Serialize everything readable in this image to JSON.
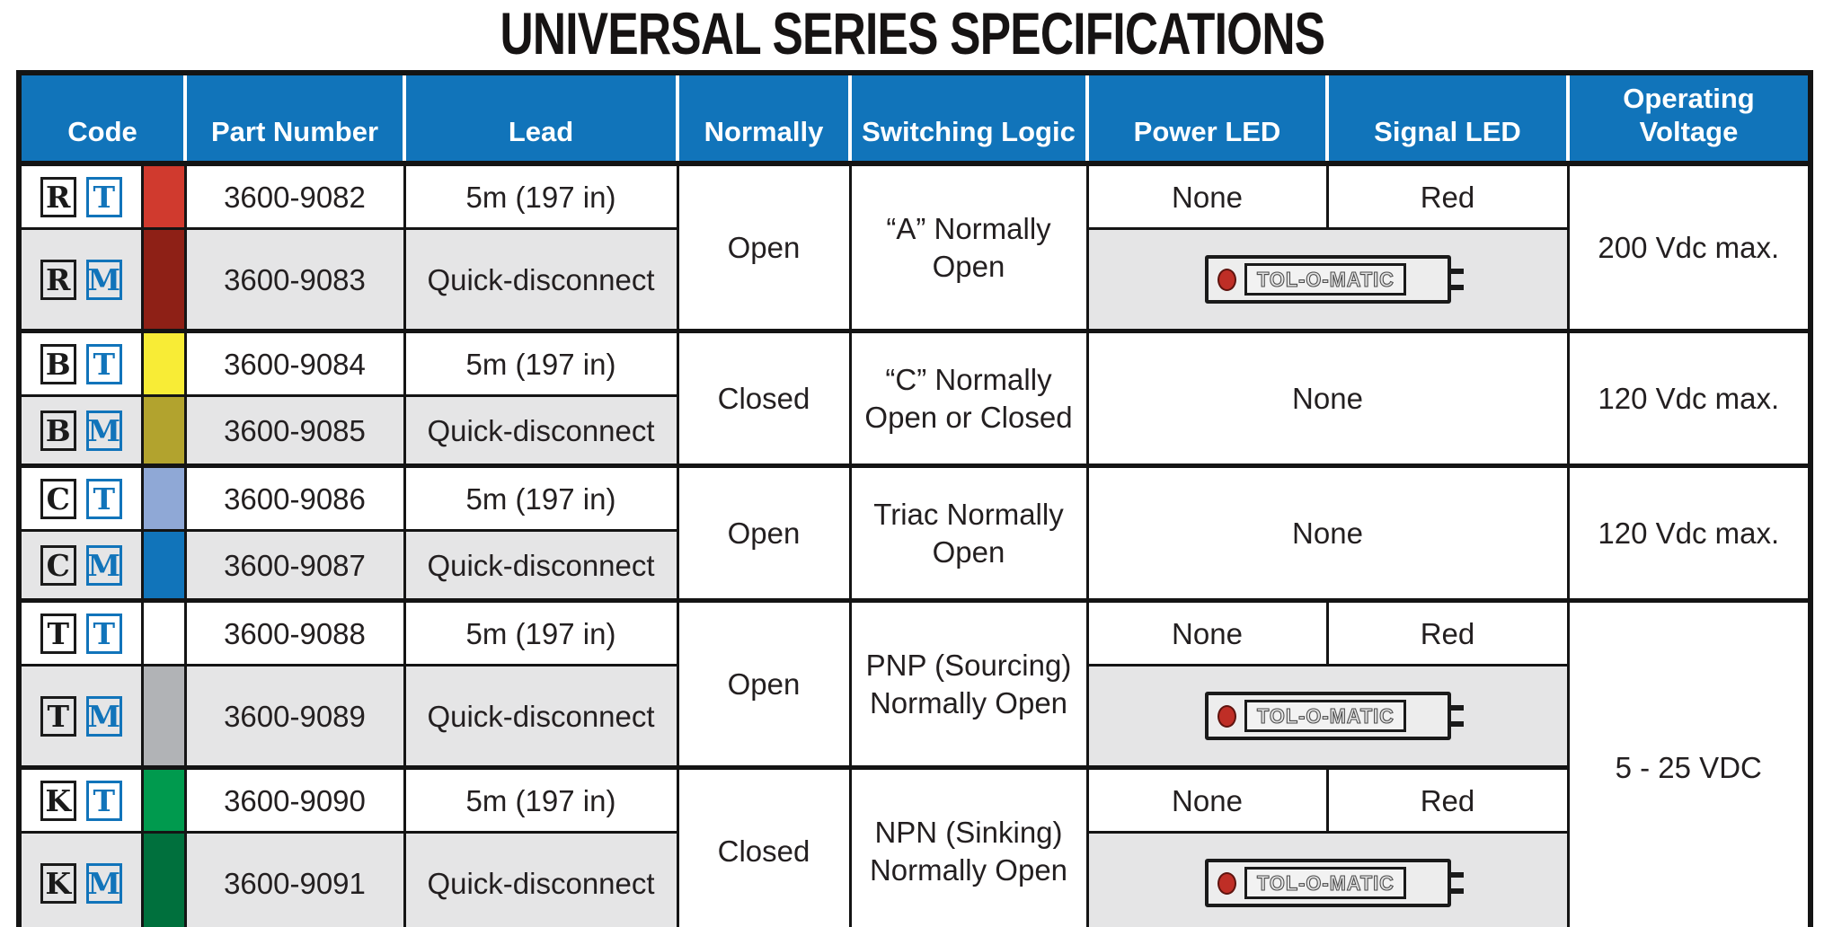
{
  "title": "UNIVERSAL SERIES SPECIFICATIONS",
  "columns": [
    "Code",
    "Part Number",
    "Lead",
    "Normally",
    "Switching Logic",
    "Power LED",
    "Signal LED",
    "Operating Voltage"
  ],
  "colors": {
    "header_blue": "#1174ba",
    "row_alt_gray": "#e5e5e6",
    "border_black": "#141414",
    "code_letter_black": "#1a1a1a",
    "code_letter_blue": "#1174ba",
    "sensor_led_red": "#bf2e26"
  },
  "sensor": {
    "brand": "TOL-O-MATIC"
  },
  "groups": [
    {
      "normally": "Open",
      "logic": "“A” Normally Open",
      "power_led": "None",
      "signal_led": "Red",
      "voltage": "200 Vdc max.",
      "rows": [
        {
          "code_primary": "R",
          "code_secondary": "T",
          "swatch": "#d03a2e",
          "part": "3600-9082",
          "lead": "5m (197 in)"
        },
        {
          "code_primary": "R",
          "code_secondary": "M",
          "swatch": "#8e2016",
          "part": "3600-9083",
          "lead": "Quick-disconnect"
        }
      ]
    },
    {
      "normally": "Closed",
      "logic": "“C” Normally Open or Closed",
      "leds_combined": "None",
      "voltage": "120 Vdc max.",
      "rows": [
        {
          "code_primary": "B",
          "code_secondary": "T",
          "swatch": "#f8ec36",
          "part": "3600-9084",
          "lead": "5m (197 in)"
        },
        {
          "code_primary": "B",
          "code_secondary": "M",
          "swatch": "#b2a32e",
          "part": "3600-9085",
          "lead": "Quick-disconnect"
        }
      ]
    },
    {
      "normally": "Open",
      "logic": "Triac Normally Open",
      "leds_combined": "None",
      "voltage": "120 Vdc max.",
      "rows": [
        {
          "code_primary": "C",
          "code_secondary": "T",
          "swatch": "#8fa8d6",
          "part": "3600-9086",
          "lead": "5m (197 in)"
        },
        {
          "code_primary": "C",
          "code_secondary": "M",
          "swatch": "#1174ba",
          "part": "3600-9087",
          "lead": "Quick-disconnect"
        }
      ]
    },
    {
      "normally": "Open",
      "logic": "PNP (Sourcing) Normally Open",
      "power_led": "None",
      "signal_led": "Red",
      "rows": [
        {
          "code_primary": "T",
          "code_secondary": "T",
          "swatch": "#ffffff",
          "part": "3600-9088",
          "lead": "5m (197 in)"
        },
        {
          "code_primary": "T",
          "code_secondary": "M",
          "swatch": "#b1b3b6",
          "part": "3600-9089",
          "lead": "Quick-disconnect"
        }
      ]
    },
    {
      "normally": "Closed",
      "logic": "NPN (Sinking) Normally Open",
      "power_led": "None",
      "signal_led": "Red",
      "rows": [
        {
          "code_primary": "K",
          "code_secondary": "T",
          "swatch": "#009a4e",
          "part": "3600-9090",
          "lead": "5m (197 in)"
        },
        {
          "code_primary": "K",
          "code_secondary": "M",
          "swatch": "#00703d",
          "part": "3600-9091",
          "lead": "Quick-disconnect"
        }
      ]
    }
  ],
  "voltage_groups_4_5": "5 - 25 VDC"
}
